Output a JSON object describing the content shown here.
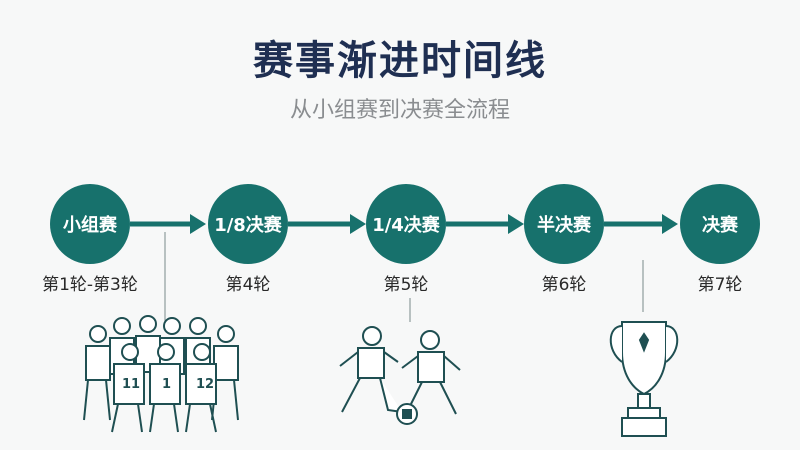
{
  "title": "赛事渐进时间线",
  "subtitle": "从小组赛到决赛全流程",
  "colors": {
    "node": "#17716c",
    "arrow": "#17716c",
    "title": "#1f2f52",
    "subtitle": "#8a8d90",
    "illustration": "#1f4f52"
  },
  "stages": [
    {
      "label": "小组赛",
      "round": "第1轮-第3轮"
    },
    {
      "label": "1/8决赛",
      "round": "第4轮"
    },
    {
      "label": "1/4决赛",
      "round": "第5轮"
    },
    {
      "label": "半决赛",
      "round": "第6轮"
    },
    {
      "label": "决赛",
      "round": "第7轮"
    }
  ],
  "illustrations": [
    {
      "icon": "team-huddle-icon"
    },
    {
      "icon": "players-soccer-ball-icon"
    },
    {
      "icon": "trophy-icon"
    }
  ]
}
